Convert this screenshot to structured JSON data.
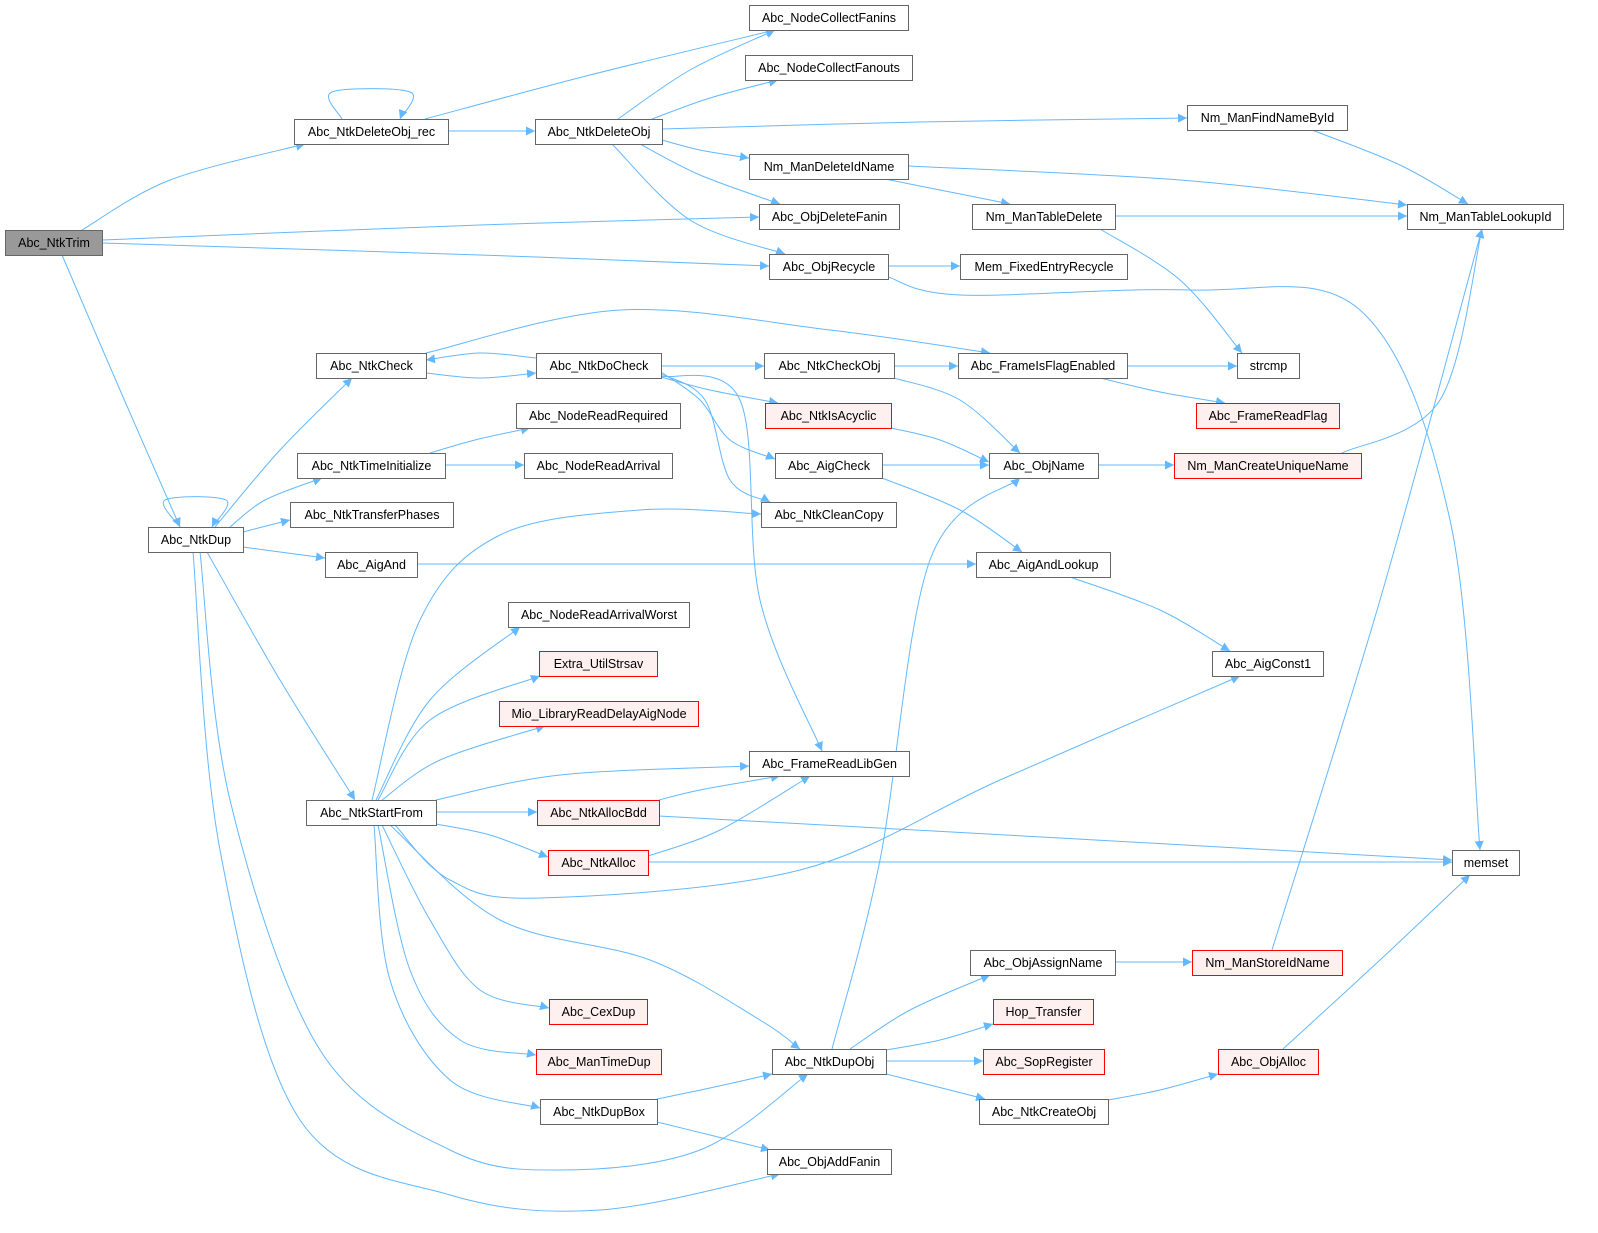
{
  "colors": {
    "edge": "#63B8FF",
    "node_border": "#666666",
    "node_fill": "#ffffff",
    "root_fill": "#999999",
    "truncated_border": "#FF0000",
    "truncated_fill": "#FFF0F0"
  },
  "nodes": [
    {
      "id": "trim",
      "label": "Abc_NtkTrim",
      "style": "root"
    },
    {
      "id": "delrec",
      "label": "Abc_NtkDeleteObj_rec",
      "style": "normal"
    },
    {
      "id": "delobj",
      "label": "Abc_NtkDeleteObj",
      "style": "normal"
    },
    {
      "id": "cfanins",
      "label": "Abc_NodeCollectFanins",
      "style": "normal"
    },
    {
      "id": "cfanouts",
      "label": "Abc_NodeCollectFanouts",
      "style": "normal"
    },
    {
      "id": "nmfind",
      "label": "Nm_ManFindNameById",
      "style": "normal"
    },
    {
      "id": "nmdelid",
      "label": "Nm_ManDeleteIdName",
      "style": "normal"
    },
    {
      "id": "objdelfanin",
      "label": "Abc_ObjDeleteFanin",
      "style": "normal"
    },
    {
      "id": "nmtbldel",
      "label": "Nm_ManTableDelete",
      "style": "normal"
    },
    {
      "id": "nmlookup",
      "label": "Nm_ManTableLookupId",
      "style": "normal"
    },
    {
      "id": "recycle",
      "label": "Abc_ObjRecycle",
      "style": "normal"
    },
    {
      "id": "memfixed",
      "label": "Mem_FixedEntryRecycle",
      "style": "normal"
    },
    {
      "id": "ntkcheck",
      "label": "Abc_NtkCheck",
      "style": "normal"
    },
    {
      "id": "docheck",
      "label": "Abc_NtkDoCheck",
      "style": "normal"
    },
    {
      "id": "checkobj",
      "label": "Abc_NtkCheckObj",
      "style": "normal"
    },
    {
      "id": "flagen",
      "label": "Abc_FrameIsFlagEnabled",
      "style": "normal"
    },
    {
      "id": "strcmp",
      "label": "strcmp",
      "style": "normal"
    },
    {
      "id": "readreq",
      "label": "Abc_NodeReadRequired",
      "style": "normal"
    },
    {
      "id": "isacyc",
      "label": "Abc_NtkIsAcyclic",
      "style": "trunc"
    },
    {
      "id": "readflag",
      "label": "Abc_FrameReadFlag",
      "style": "trunc"
    },
    {
      "id": "timeinit",
      "label": "Abc_NtkTimeInitialize",
      "style": "normal"
    },
    {
      "id": "readarr",
      "label": "Abc_NodeReadArrival",
      "style": "normal"
    },
    {
      "id": "aigcheck",
      "label": "Abc_AigCheck",
      "style": "normal"
    },
    {
      "id": "objname",
      "label": "Abc_ObjName",
      "style": "normal"
    },
    {
      "id": "nmuniq",
      "label": "Nm_ManCreateUniqueName",
      "style": "trunc"
    },
    {
      "id": "transph",
      "label": "Abc_NtkTransferPhases",
      "style": "normal"
    },
    {
      "id": "cleancopy",
      "label": "Abc_NtkCleanCopy",
      "style": "normal"
    },
    {
      "id": "ntkdup",
      "label": "Abc_NtkDup",
      "style": "normal"
    },
    {
      "id": "aigand",
      "label": "Abc_AigAnd",
      "style": "normal"
    },
    {
      "id": "aiglookup",
      "label": "Abc_AigAndLookup",
      "style": "normal"
    },
    {
      "id": "arrworst",
      "label": "Abc_NodeReadArrivalWorst",
      "style": "normal"
    },
    {
      "id": "strsav",
      "label": "Extra_UtilStrsav",
      "style": "trunc"
    },
    {
      "id": "aigconst",
      "label": "Abc_AigConst1",
      "style": "normal"
    },
    {
      "id": "mio",
      "label": "Mio_LibraryReadDelayAigNode",
      "style": "trunc"
    },
    {
      "id": "libgen",
      "label": "Abc_FrameReadLibGen",
      "style": "normal"
    },
    {
      "id": "startfrom",
      "label": "Abc_NtkStartFrom",
      "style": "normal"
    },
    {
      "id": "allocbdd",
      "label": "Abc_NtkAllocBdd",
      "style": "trunc"
    },
    {
      "id": "ntkalloc",
      "label": "Abc_NtkAlloc",
      "style": "trunc"
    },
    {
      "id": "memset",
      "label": "memset",
      "style": "normal"
    },
    {
      "id": "assignname",
      "label": "Abc_ObjAssignName",
      "style": "normal"
    },
    {
      "id": "storeid",
      "label": "Nm_ManStoreIdName",
      "style": "trunc"
    },
    {
      "id": "cexdup",
      "label": "Abc_CexDup",
      "style": "trunc"
    },
    {
      "id": "hop",
      "label": "Hop_Transfer",
      "style": "trunc"
    },
    {
      "id": "mantime",
      "label": "Abc_ManTimeDup",
      "style": "trunc"
    },
    {
      "id": "dupobj",
      "label": "Abc_NtkDupObj",
      "style": "normal"
    },
    {
      "id": "sopreg",
      "label": "Abc_SopRegister",
      "style": "trunc"
    },
    {
      "id": "objalloc",
      "label": "Abc_ObjAlloc",
      "style": "trunc"
    },
    {
      "id": "dupbox",
      "label": "Abc_NtkDupBox",
      "style": "normal"
    },
    {
      "id": "createobj",
      "label": "Abc_NtkCreateObj",
      "style": "normal"
    },
    {
      "id": "addfanin",
      "label": "Abc_ObjAddFanin",
      "style": "normal"
    }
  ],
  "edges": [
    [
      "trim",
      "delrec"
    ],
    [
      "trim",
      "objdelfanin"
    ],
    [
      "trim",
      "recycle"
    ],
    [
      "trim",
      "ntkdup"
    ],
    [
      "delrec",
      "delrec"
    ],
    [
      "delrec",
      "cfanins"
    ],
    [
      "delrec",
      "delobj"
    ],
    [
      "delobj",
      "cfanins"
    ],
    [
      "delobj",
      "cfanouts"
    ],
    [
      "delobj",
      "nmfind"
    ],
    [
      "delobj",
      "nmdelid"
    ],
    [
      "delobj",
      "objdelfanin"
    ],
    [
      "delobj",
      "recycle"
    ],
    [
      "nmfind",
      "nmlookup"
    ],
    [
      "nmdelid",
      "nmlookup"
    ],
    [
      "nmdelid",
      "nmtbldel"
    ],
    [
      "nmtbldel",
      "nmlookup"
    ],
    [
      "nmtbldel",
      "strcmp"
    ],
    [
      "recycle",
      "memfixed"
    ],
    [
      "recycle",
      "memset"
    ],
    [
      "ntkcheck",
      "docheck"
    ],
    [
      "ntkcheck",
      "flagen"
    ],
    [
      "docheck",
      "ntkcheck"
    ],
    [
      "docheck",
      "checkobj"
    ],
    [
      "docheck",
      "isacyc"
    ],
    [
      "docheck",
      "aigcheck"
    ],
    [
      "docheck",
      "cleancopy"
    ],
    [
      "docheck",
      "libgen"
    ],
    [
      "checkobj",
      "flagen"
    ],
    [
      "checkobj",
      "objname"
    ],
    [
      "flagen",
      "strcmp"
    ],
    [
      "flagen",
      "readflag"
    ],
    [
      "isacyc",
      "objname"
    ],
    [
      "timeinit",
      "readreq"
    ],
    [
      "timeinit",
      "readarr"
    ],
    [
      "aigcheck",
      "objname"
    ],
    [
      "aigcheck",
      "aiglookup"
    ],
    [
      "objname",
      "nmuniq"
    ],
    [
      "nmuniq",
      "nmlookup"
    ],
    [
      "ntkdup",
      "ntkdup"
    ],
    [
      "ntkdup",
      "ntkcheck"
    ],
    [
      "ntkdup",
      "timeinit"
    ],
    [
      "ntkdup",
      "transph"
    ],
    [
      "ntkdup",
      "aigand"
    ],
    [
      "ntkdup",
      "startfrom"
    ],
    [
      "ntkdup",
      "dupobj"
    ],
    [
      "ntkdup",
      "addfanin"
    ],
    [
      "aigand",
      "aiglookup"
    ],
    [
      "aiglookup",
      "aigconst"
    ],
    [
      "startfrom",
      "cleancopy"
    ],
    [
      "startfrom",
      "arrworst"
    ],
    [
      "startfrom",
      "strsav"
    ],
    [
      "startfrom",
      "mio"
    ],
    [
      "startfrom",
      "libgen"
    ],
    [
      "startfrom",
      "allocbdd"
    ],
    [
      "startfrom",
      "ntkalloc"
    ],
    [
      "startfrom",
      "aigconst"
    ],
    [
      "startfrom",
      "dupobj"
    ],
    [
      "startfrom",
      "cexdup"
    ],
    [
      "startfrom",
      "mantime"
    ],
    [
      "startfrom",
      "dupbox"
    ],
    [
      "allocbdd",
      "libgen"
    ],
    [
      "allocbdd",
      "memset"
    ],
    [
      "ntkalloc",
      "libgen"
    ],
    [
      "ntkalloc",
      "memset"
    ],
    [
      "dupobj",
      "objname"
    ],
    [
      "dupobj",
      "assignname"
    ],
    [
      "dupobj",
      "hop"
    ],
    [
      "dupobj",
      "sopreg"
    ],
    [
      "dupobj",
      "createobj"
    ],
    [
      "assignname",
      "storeid"
    ],
    [
      "storeid",
      "nmlookup"
    ],
    [
      "createobj",
      "objalloc"
    ],
    [
      "objalloc",
      "memset"
    ],
    [
      "dupbox",
      "dupobj"
    ],
    [
      "dupbox",
      "addfanin"
    ]
  ]
}
